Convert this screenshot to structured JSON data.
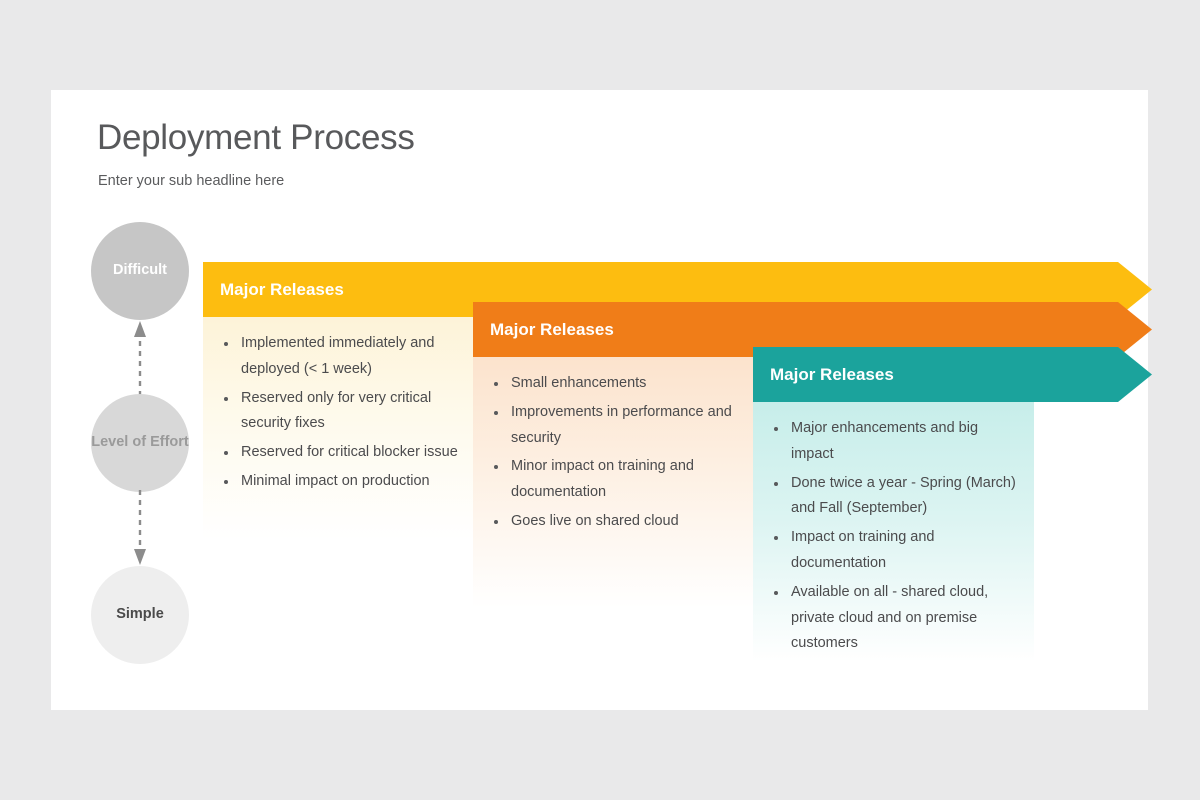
{
  "slide": {
    "title": "Deployment Process",
    "subtitle": "Enter your sub headline here",
    "background_color": "#e9e9ea",
    "card_color": "#ffffff"
  },
  "axis": {
    "label": "Level of Effort",
    "circles": [
      {
        "id": "difficult",
        "label": "Difficult",
        "fill": "#c6c6c6",
        "text_color": "#ffffff"
      },
      {
        "id": "effort",
        "label": "Level of Effort",
        "fill": "#d8d8d8",
        "text_color": "#9a9a9a"
      },
      {
        "id": "simple",
        "label": "Simple",
        "fill": "#eeeeee",
        "text_color": "#4a4a4a"
      }
    ],
    "connectors": [
      {
        "id": "up",
        "direction": "up",
        "style": "dashed",
        "color": "#8c8c8c"
      },
      {
        "id": "down",
        "direction": "down",
        "style": "dashed",
        "color": "#8c8c8c"
      }
    ]
  },
  "bands": [
    {
      "id": "band-1",
      "heading": "Major Releases",
      "color": "#fdbd10",
      "body_tint": "#fdf3d8",
      "bullets": [
        "Implemented immediately and deployed (< 1 week)",
        "Reserved only for very critical security fixes",
        "Reserved for critical blocker issue",
        "Minimal impact on production"
      ]
    },
    {
      "id": "band-2",
      "heading": "Major Releases",
      "color": "#f07d18",
      "body_tint": "#fce3cd",
      "bullets": [
        "Small enhancements",
        "Improvements in performance and security",
        "Minor impact on training and documentation",
        "Goes live on shared cloud"
      ]
    },
    {
      "id": "band-3",
      "heading": "Major Releases",
      "color": "#1ba39c",
      "body_tint": "#c7eeea",
      "bullets": [
        "Major enhancements and big impact",
        "Done twice a year - Spring (March) and Fall (September)",
        "Impact on training and documentation",
        "Available on all - shared cloud, private cloud and on premise customers"
      ]
    }
  ]
}
